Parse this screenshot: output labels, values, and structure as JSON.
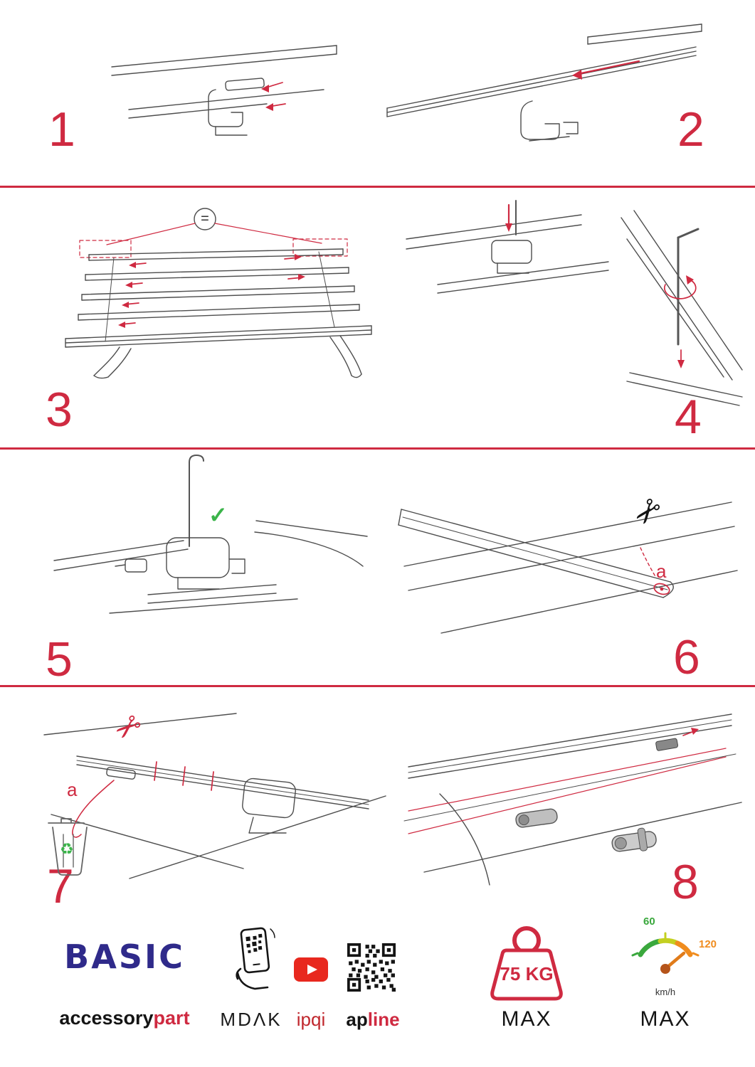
{
  "accent_color": "#cf2a41",
  "steps": [
    {
      "number": "1"
    },
    {
      "number": "2"
    },
    {
      "number": "3"
    },
    {
      "number": "4"
    },
    {
      "number": "5"
    },
    {
      "number": "6"
    },
    {
      "number": "7"
    },
    {
      "number": "8"
    }
  ],
  "annotations": {
    "equal_spacing": "=",
    "correct_check": "✓",
    "cut_label_step6": "a",
    "cut_label_step7": "a"
  },
  "icons": {
    "scissors": "✂",
    "recycle": "♻"
  },
  "footer": {
    "brand_title": "BASIC",
    "brand_sub_black": "accessory",
    "brand_sub_red": "part",
    "partner_mdak": "MDΛK",
    "partner_ipqi": "ipqi",
    "partner_apline_black": "ap",
    "partner_apline_red": "line",
    "max_load_value": "75 KG",
    "max_load_label": "MAX",
    "speed_unit": "km/h",
    "speed_max_label": "MAX",
    "speed_tick_low": "60",
    "speed_tick_high": "120"
  }
}
